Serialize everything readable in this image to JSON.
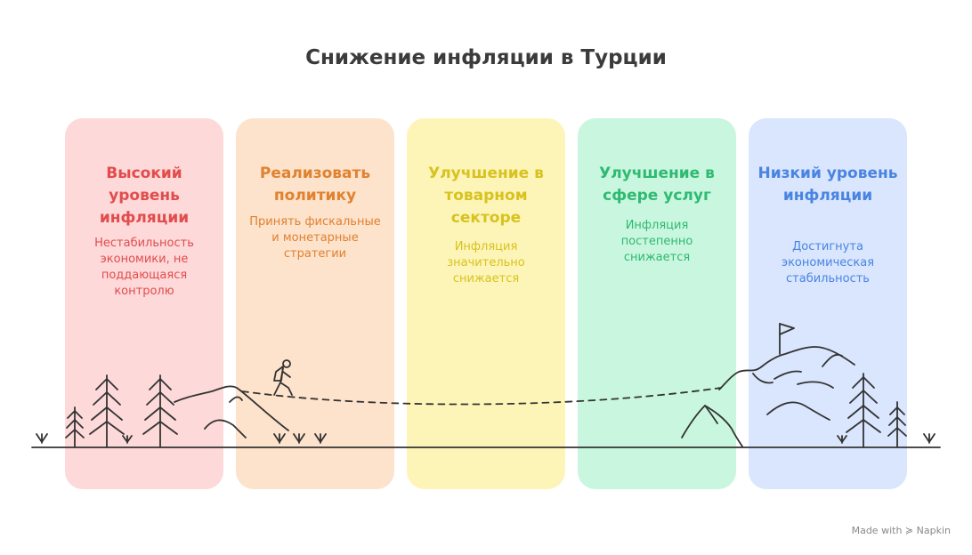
{
  "title": "Снижение инфляции в Турции",
  "stages": [
    {
      "heading": "Высокий уровень инфляции",
      "description": "Нестабильность экономики, не поддающаяся контролю",
      "bg": "#fdd9d9",
      "color": "#e24c4c"
    },
    {
      "heading": "Реализовать политику",
      "description": "Принять фискальные и монетарные стратегии",
      "bg": "#fde2cc",
      "color": "#e0822f"
    },
    {
      "heading": "Улучшение в товарном секторе",
      "description": "Инфляция значительно снижается",
      "bg": "#fdf5b8",
      "color": "#d8c21f"
    },
    {
      "heading": "Улучшение в сфере услуг",
      "description": "Инфляция постепенно снижается",
      "bg": "#c9f6df",
      "color": "#2fba72"
    },
    {
      "heading": "Низкий уровень инфляции",
      "description": "Достигнута экономическая стабильность",
      "bg": "#d9e6fd",
      "color": "#4a84e2"
    }
  ],
  "brand": {
    "text": "Made with",
    "name": "Napkin"
  }
}
